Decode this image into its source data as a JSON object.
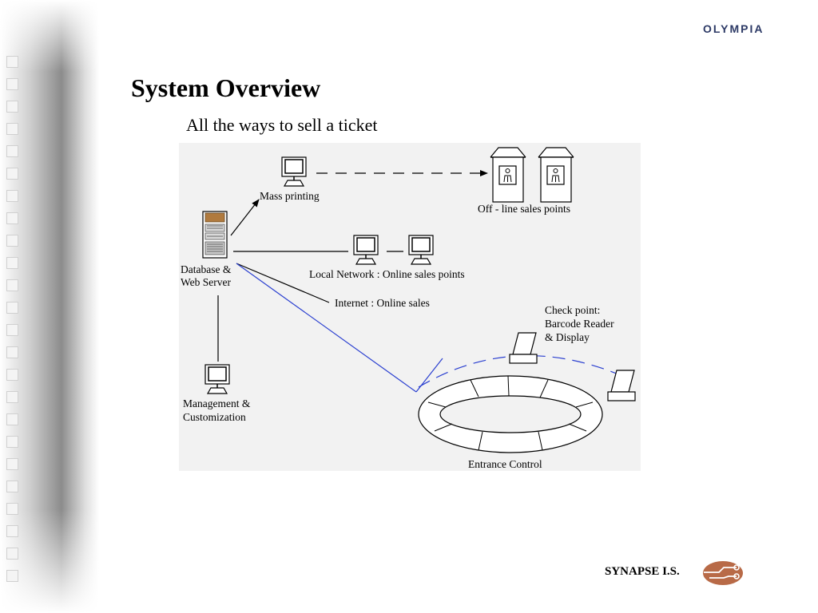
{
  "brand": {
    "logo_text": "OLYMPIA"
  },
  "slide": {
    "title": "System Overview",
    "subtitle": "All the ways to sell a ticket"
  },
  "diagram": {
    "nodes": {
      "server": "Database &\nWeb Server",
      "mass_printing": "Mass printing",
      "offline": "Off - line sales points",
      "local": "Local Network : Online sales points",
      "internet": "Internet : Online sales",
      "checkpoint": "Check point:\nBarcode Reader\n& Display",
      "management": "Management &\nCustomization",
      "entrance": "Entrance Control"
    },
    "line_colors": {
      "default": "#000000",
      "internet": "#2a3fd0",
      "checkpoint_link": "#2a3fd0"
    }
  },
  "footer": {
    "company": "SYNAPSE I.S."
  }
}
